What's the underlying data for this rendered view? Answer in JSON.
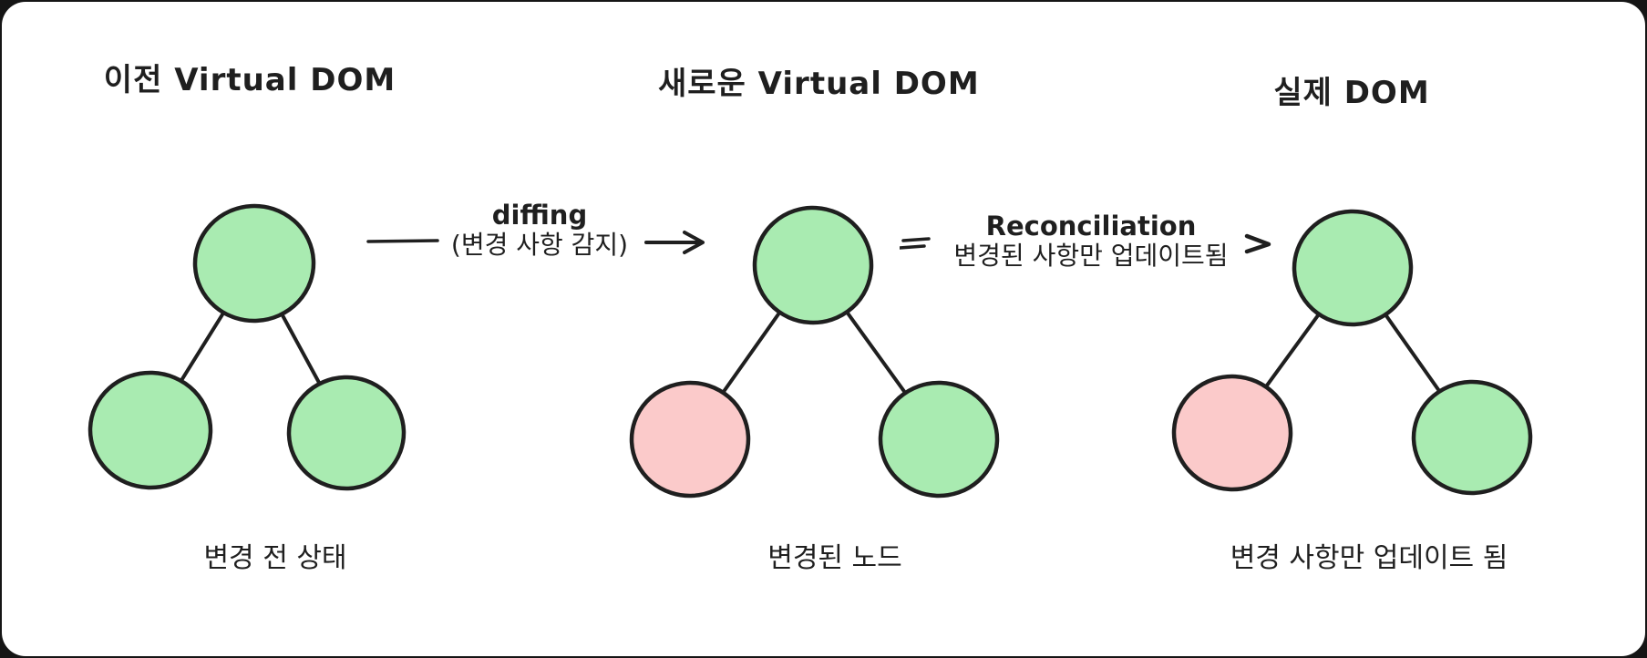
{
  "diagram": {
    "topic": "Virtual DOM diffing and reconciliation",
    "colors": {
      "background": "#151515",
      "card": "#ffffff",
      "node_green": "#a9ebb1",
      "node_pink": "#fbcaca",
      "stroke": "#1f1f1f"
    },
    "panels": [
      {
        "id": "previous-virtual-dom",
        "title": "이전 Virtual DOM",
        "caption": "변경 전 상태",
        "nodes": {
          "root": "#a9ebb1",
          "left": "#a9ebb1",
          "right": "#a9ebb1"
        }
      },
      {
        "id": "new-virtual-dom",
        "title": "새로운 Virtual DOM",
        "caption": "변경된 노드",
        "nodes": {
          "root": "#a9ebb1",
          "left": "#fbcaca",
          "right": "#a9ebb1"
        }
      },
      {
        "id": "real-dom",
        "title": "실제 DOM",
        "caption": "변경 사항만 업데이트 됨",
        "nodes": {
          "root": "#a9ebb1",
          "left": "#fbcaca",
          "right": "#a9ebb1"
        }
      }
    ],
    "arrows": [
      {
        "id": "diffing-arrow",
        "label": "diffing",
        "sublabel": "(변경 사항 감지)"
      },
      {
        "id": "reconciliation-arrow",
        "label": "Reconciliation",
        "sublabel": "변경된 사항만 업데이트됨"
      }
    ]
  }
}
